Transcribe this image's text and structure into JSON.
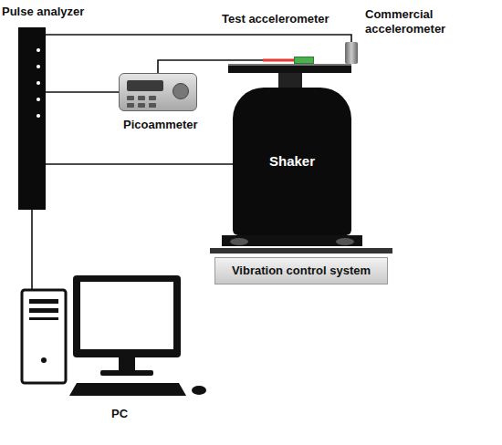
{
  "diagram": {
    "nodes": [
      {
        "text": [
          "Pulse analyzer"
        ]
      },
      {
        "text": [
          "Picoammeter"
        ]
      },
      {
        "text": [
          "Test accelerometer"
        ]
      },
      {
        "text": [
          "Commercial accelerometer"
        ]
      },
      {
        "text": [
          "Shaker"
        ]
      },
      {
        "text": [
          "Vibration control system"
        ]
      },
      {
        "text": [
          "PC"
        ]
      }
    ],
    "edges": [
      {
        "from": 0,
        "to": 3,
        "arrow": "none"
      },
      {
        "from": 0,
        "to": 1,
        "arrow": "none"
      },
      {
        "from": 1,
        "to": 2,
        "arrow": "none"
      },
      {
        "from": 0,
        "to": 4,
        "arrow": "none"
      },
      {
        "from": 0,
        "to": 6,
        "arrow": "none"
      }
    ]
  }
}
